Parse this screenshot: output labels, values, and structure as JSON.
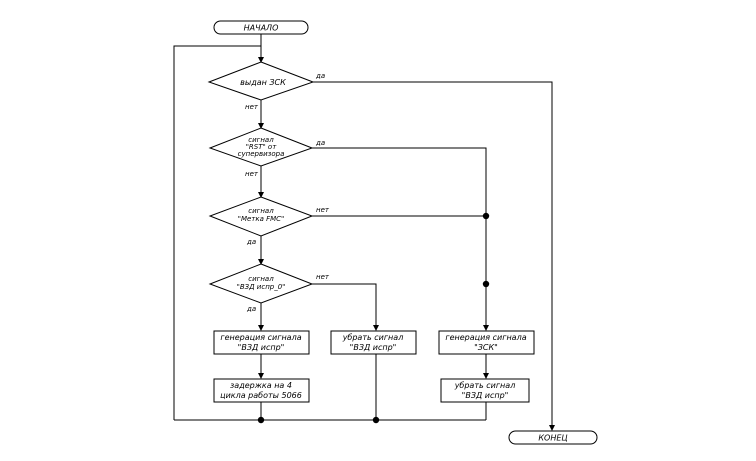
{
  "terminals": {
    "start": "НАЧАЛО",
    "end": "КОНЕЦ"
  },
  "decisions": {
    "d1": [
      "выдан ЗСК"
    ],
    "d2": [
      "сигнал",
      "\"RST\" от",
      "супервизора"
    ],
    "d3": [
      "сигнал",
      "\"Метка FMC\""
    ],
    "d4": [
      "сигнал",
      "\"ВЗД испр_0\""
    ]
  },
  "processes": {
    "gen_vzd": [
      "генерация сигнала",
      "\"ВЗД испр\""
    ],
    "delay": [
      "задержка на 4",
      "цикла работы 5066"
    ],
    "remove_vzd_mid": [
      "убрать сигнал",
      "\"ВЗД испр\""
    ],
    "gen_zsk": [
      "генерация сигнала",
      "\"ЗСК\""
    ],
    "remove_vzd_right": [
      "убрать сигнал",
      "\"ВЗД испр\""
    ]
  },
  "branch_labels": {
    "d1_yes": "да",
    "d1_no": "нет",
    "d2_yes": "да",
    "d2_no": "нет",
    "d3_no": "нет",
    "d3_yes": "да",
    "d4_no": "нет",
    "d4_yes": "да"
  }
}
